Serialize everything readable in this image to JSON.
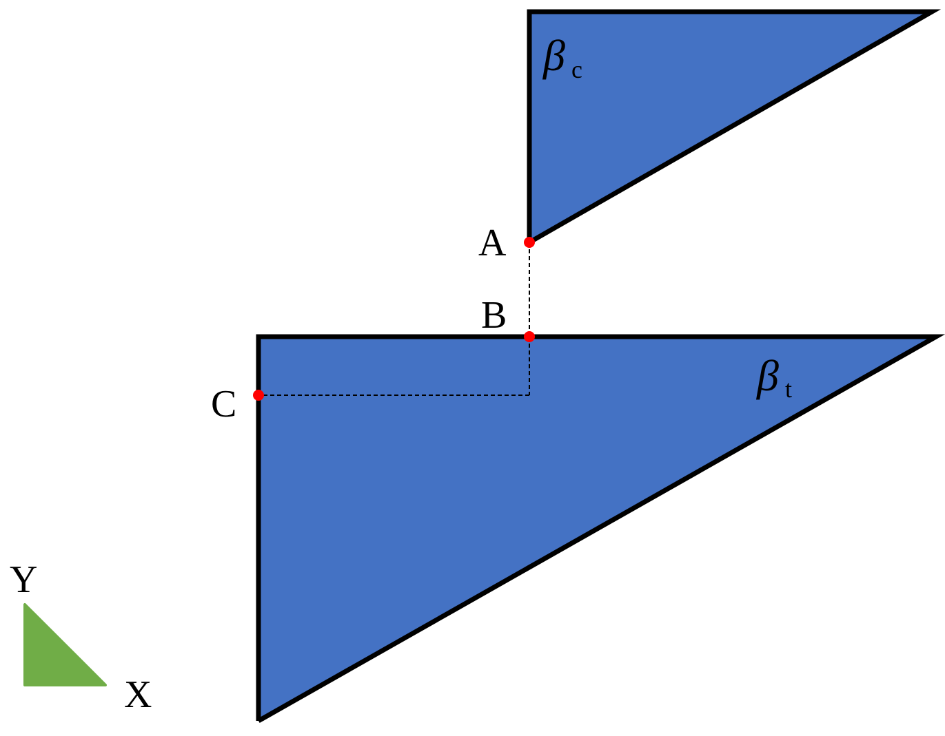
{
  "colors": {
    "triangle_fill": "#4472C4",
    "outline": "#000000",
    "point": "#FF0000",
    "axis_marker": "#70AD47"
  },
  "shapes": {
    "beta_c": {
      "symbol": "β",
      "subscript": "c"
    },
    "beta_t": {
      "symbol": "β",
      "subscript": "t"
    }
  },
  "points": {
    "a": "A",
    "b": "B",
    "c": "C"
  },
  "axes": {
    "y": "Y",
    "x": "X"
  }
}
